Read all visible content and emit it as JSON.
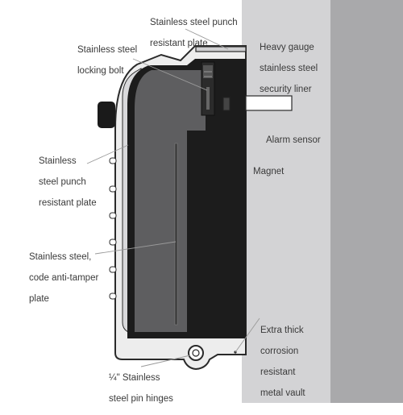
{
  "labels": {
    "punch_plate_top": [
      "Stainless steel punch",
      "resistant plate"
    ],
    "locking_bolt": [
      "Stainless steel",
      "locking bolt"
    ],
    "security_liner": [
      "Heavy gauge",
      "stainless steel",
      "security liner"
    ],
    "alarm_sensor": [
      "Alarm sensor"
    ],
    "magnet": [
      "Magnet"
    ],
    "punch_plate_left": [
      "Stainless",
      "steel punch",
      "resistant plate"
    ],
    "anti_tamper_plate": [
      "Stainless steel,",
      "code anti-tamper",
      "plate"
    ],
    "metal_vault": [
      "Extra thick",
      "corrosion",
      "resistant",
      "metal vault"
    ],
    "pin_hinges": [
      "¼\" Stainless",
      "steel pin hinges"
    ]
  },
  "colors": {
    "wall": "#d3d3d5",
    "wall_dark": "#a9a9ab",
    "inner_panel": "#5e5e60",
    "vault_black": "#1c1c1c",
    "plate_gray": "#cfcfd1"
  }
}
